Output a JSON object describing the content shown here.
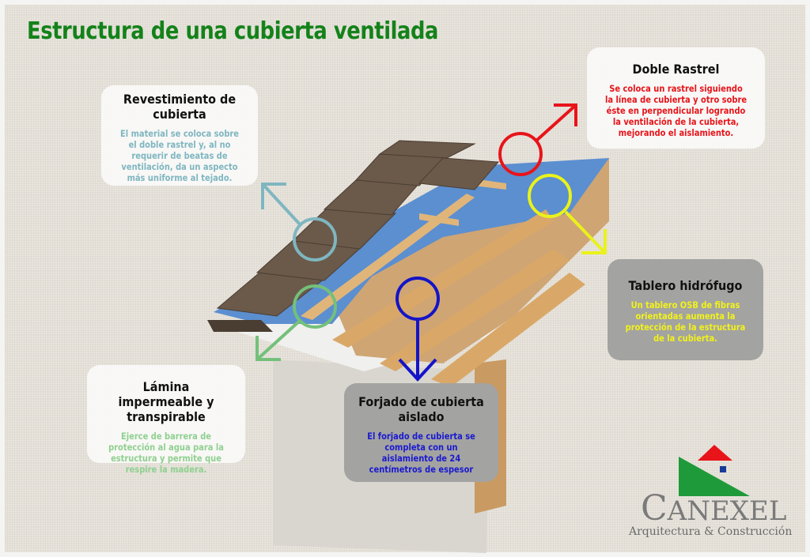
{
  "title": "Estructura de una cubierta ventilada",
  "callouts": {
    "revestimiento": {
      "heading": "Revestimiento de cubierta",
      "text": "El material se coloca sobre el doble rastrel y, al no requerir de beatas de ventilación, da un aspecto más uniforme al tejado.",
      "color": "#7fb6c0"
    },
    "doble_rastrel": {
      "heading": "Doble Rastrel",
      "text": "Se coloca un rastrel siguiendo la línea de cubierta y otro sobre éste en perpendicular logrando la ventilación de la cubierta, mejorando el aislamiento.",
      "color": "#e8141a"
    },
    "tablero": {
      "heading": "Tablero hidrófugo",
      "text": "Un tablero OSB de fibras orientadas aumenta la protección de la estructura de la cubierta.",
      "color": "#f2f21a"
    },
    "lamina": {
      "heading": "Lámina impermeable y transpirable",
      "text": "Ejerce de barrera de protección al agua para la estructura y permite que respire la madera.",
      "color": "#8fd08f"
    },
    "forjado": {
      "heading": "Forjado de cubierta aislado",
      "text": "El forjado de cubierta se completa con un aislamiento de 24 centímetros de espesor",
      "color": "#1a1ad0"
    }
  },
  "logo": {
    "name_initial": "C",
    "name_rest": "ANEXEL",
    "subtitle": "Arquitectura & Construcción",
    "colors": {
      "roof": "#e8141a",
      "slope": "#1f9a3a",
      "window": "#1a3a9a"
    }
  }
}
